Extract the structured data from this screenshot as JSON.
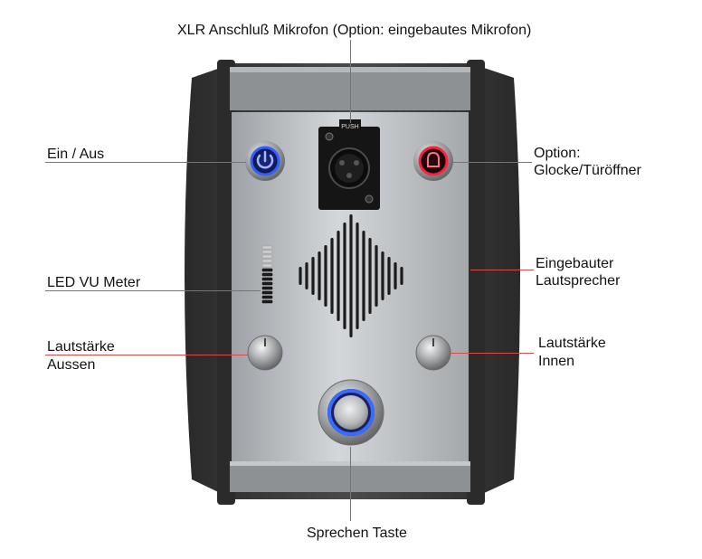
{
  "labels": {
    "xlr": "XLR Anschluß Mikrofon (Option: eingebautes Mikrofon)",
    "power": "Ein / Aus",
    "bell_line1": "Option:",
    "bell_line2": "Glocke/Türöffner",
    "vu": "LED VU Meter",
    "speaker_line1": "Eingebauter",
    "speaker_line2": "Lautsprecher",
    "vol_out_line1": "Lautstärke",
    "vol_out_line2": "Aussen",
    "vol_in_line1": "Lautstärke",
    "vol_in_line2": "Innen",
    "talk": "Sprechen Taste"
  },
  "xlr_push_text": "PUSH",
  "vu_meter": {
    "segments": 13,
    "lit": 8
  },
  "colors": {
    "leader_line": "#d94a4a",
    "power_glow": "#2f5fff",
    "bell_glow": "#ff2040",
    "talk_glow": "#3a6bff",
    "housing": "#3a3a3a",
    "panel": "#b9bcbf"
  }
}
